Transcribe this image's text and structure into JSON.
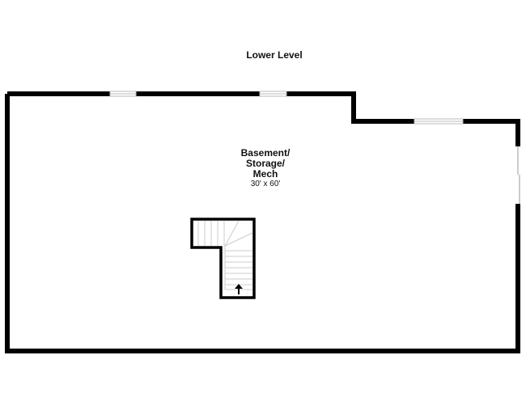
{
  "title": "Lower Level",
  "rooms": [
    {
      "name": "Basement/\nStorage/\nMech",
      "dimensions": "30' x 60'"
    }
  ],
  "colors": {
    "wall": "#000000",
    "window": "#cccccc",
    "background": "#ffffff"
  }
}
